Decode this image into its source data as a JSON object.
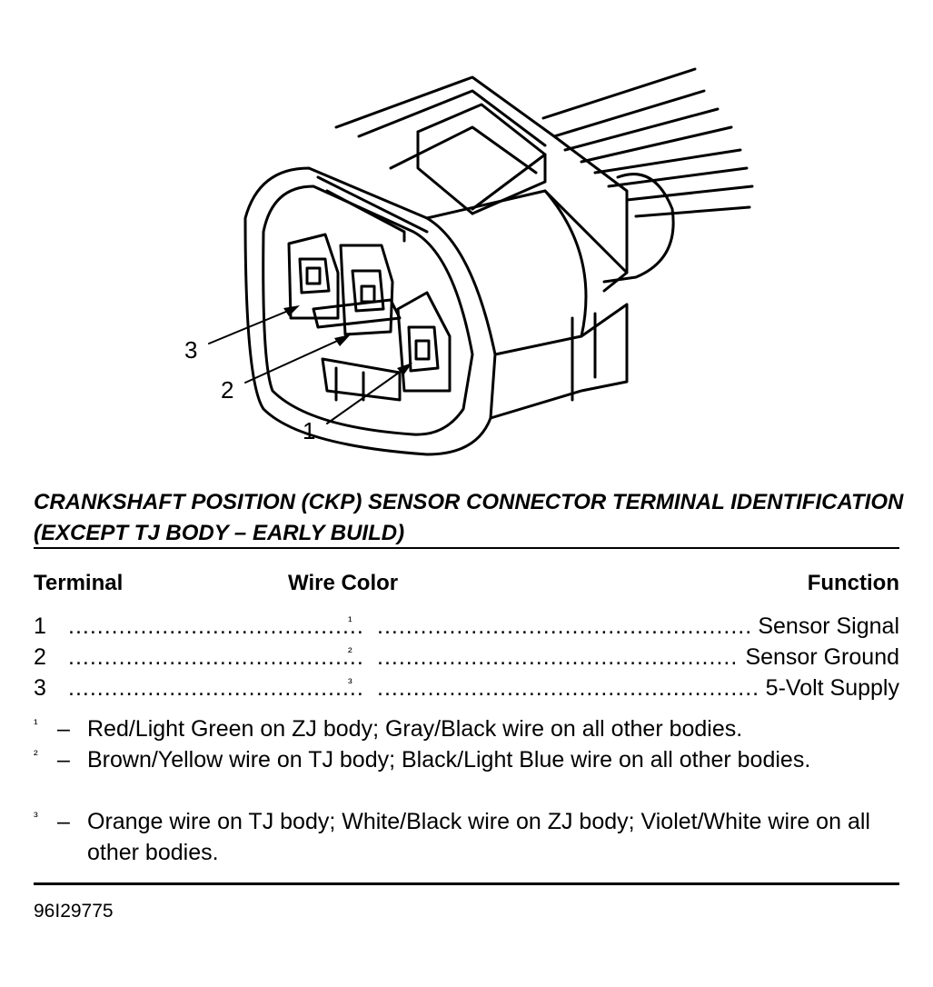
{
  "callouts": {
    "c1": "1",
    "c2": "2",
    "c3": "3"
  },
  "title": "CRANKSHAFT POSITION (CKP) SENSOR CONNECTOR TERMINAL IDENTIFICATION (EXCEPT TJ BODY – EARLY BUILD)",
  "table": {
    "headers": {
      "terminal": "Terminal",
      "wire_color": "Wire Color",
      "function": "Function"
    },
    "rows": [
      {
        "terminal": "1",
        "wire_ref": "¹",
        "function": "Sensor Signal"
      },
      {
        "terminal": "2",
        "wire_ref": "²",
        "function": "Sensor Ground"
      },
      {
        "terminal": "3",
        "wire_ref": "³",
        "function": "5-Volt Supply"
      }
    ]
  },
  "notes": [
    {
      "marker": "¹",
      "dash": "–",
      "text": "Red/Light Green on ZJ body; Gray/Black wire on all other bodies."
    },
    {
      "marker": "²",
      "dash": "–",
      "text": "Brown/Yellow wire on TJ body; Black/Light Blue wire on all other bodies."
    },
    {
      "marker": "³",
      "dash": "–",
      "text": "Orange wire on TJ body; White/Black wire on ZJ body; Violet/White wire on all other bodies."
    }
  ],
  "figure_id": "96I29775"
}
